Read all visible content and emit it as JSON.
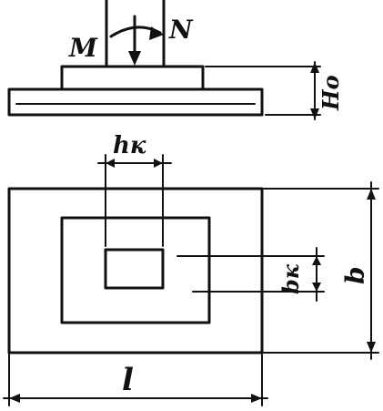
{
  "labels": {
    "moment": "M",
    "axial_force": "N",
    "height": "Hо",
    "column_length": "hк",
    "column_width": "bк",
    "base_width": "b",
    "base_length": "l"
  },
  "colors": {
    "ink": "#111111",
    "background": "#ffffff"
  }
}
